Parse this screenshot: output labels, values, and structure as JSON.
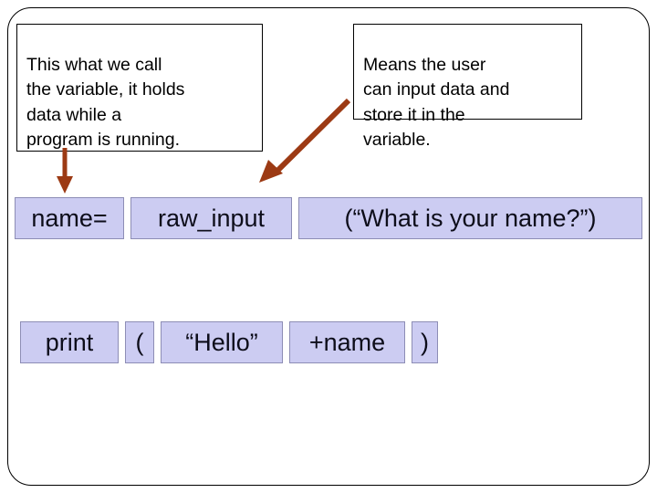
{
  "slide": {
    "frame": {
      "border_color": "#000000",
      "background": "#ffffff"
    },
    "accent_color": "#9c3a14",
    "token_fill_color": "#ccccf2",
    "token_border_color": "#8d8db5"
  },
  "callouts": [
    {
      "id": "variable-explanation",
      "text": "This what we call\nthe variable, it holds\ndata while a\nprogram is running."
    },
    {
      "id": "input-explanation",
      "text": "Means the user\ncan input data and\nstore it in the",
      "overflow_text": "variable."
    }
  ],
  "arrows": [
    {
      "id": "arrow-to-name-token",
      "direction": "down",
      "color": "#9c3a14"
    },
    {
      "id": "arrow-to-raw-input-token",
      "direction": "down-left",
      "color": "#9c3a14"
    }
  ],
  "code_lines": [
    {
      "id": "input-line",
      "tokens": [
        {
          "label": "name="
        },
        {
          "label": "raw_input"
        },
        {
          "label": "(“What is your name?”)"
        }
      ]
    },
    {
      "id": "print-line",
      "tokens": [
        {
          "label": "print"
        },
        {
          "label": "("
        },
        {
          "label": "“Hello”"
        },
        {
          "label": "+name"
        },
        {
          "label": ")"
        }
      ]
    }
  ]
}
